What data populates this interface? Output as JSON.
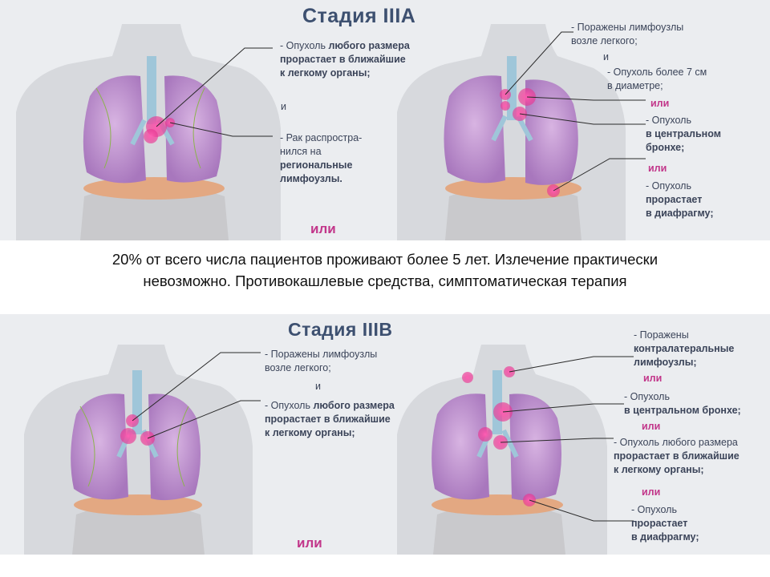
{
  "top": {
    "title": "Стадия IIIA",
    "left": {
      "ann1_a": "- Опухоль ",
      "ann1_b": "любого размера\nпрорастает в ближайшие\nк легкому органы;",
      "and": "и",
      "ann2_a": "- Рак распростра-\nнился на\n",
      "ann2_b": "региональные\nлимфоузлы."
    },
    "or_label": "или",
    "right": {
      "ann1": "- Поражены лимфоузлы\nвозле легкого;",
      "and": "и",
      "ann2": "- Опухоль более 7 см\nв диаметре;",
      "or1": "или",
      "ann3_a": "- Опухоль\n",
      "ann3_b": "в центральном\nбронхе;",
      "or2": "или",
      "ann4_a": "- Опухоль\n",
      "ann4_b": "прорастает\nв диафрагму;"
    }
  },
  "caption": {
    "line1": "20% от всего числа пациентов проживают более 5 лет. Излечение практически",
    "line2": "невозможно. Противокашлевые средства, симптоматическая терапия"
  },
  "bottom": {
    "title": "Стадия IIIB",
    "left": {
      "ann1": "- Поражены лимфоузлы\nвозле легкого;",
      "and": "и",
      "ann2_a": "- Опухоль ",
      "ann2_b": "любого размера\nпрорастает в ближайшие\nк легкому органы;"
    },
    "or_label": "или",
    "right": {
      "ann1_a": "- Поражены\n",
      "ann1_b": "контралатеральные\nлимфоузлы;",
      "or1": "или",
      "ann2_a": "- Опухоль\n",
      "ann2_b": "в центральном бронхе;",
      "or2": "или",
      "ann3_a": "- Опухоль любого размера\n",
      "ann3_b": "прорастает в ближайшие\nк легкому органы;",
      "or3": "или",
      "ann4_a": "- Опухоль\n",
      "ann4_b": "прорастает\nв диафрагму;"
    }
  },
  "colors": {
    "panel": "#ebedf0",
    "title": "#3d5070",
    "text": "#3b4459",
    "or": "#c2368a",
    "lung": "#c79bd6",
    "tumor": "#e8318f"
  }
}
